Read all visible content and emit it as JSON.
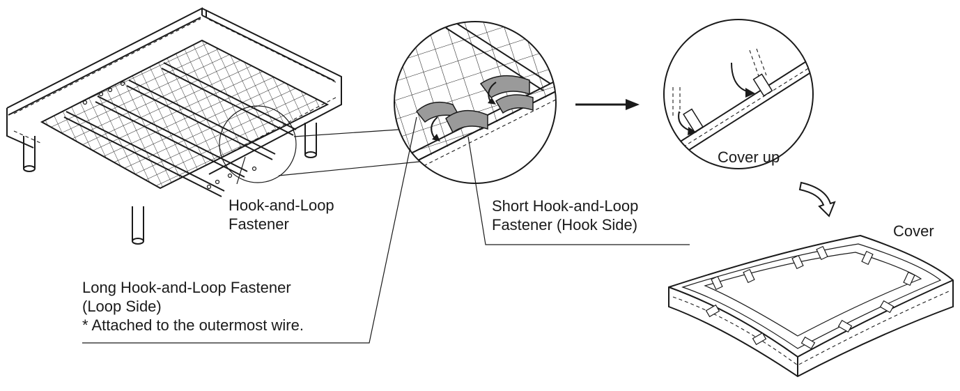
{
  "labels": {
    "hook_loop_line1": "Hook-and-Loop",
    "hook_loop_line2": "Fastener",
    "long_line1": "Long Hook-and-Loop Fastener",
    "long_line2": "(Loop Side)",
    "long_line3": "* Attached to the outermost wire.",
    "short_line1": "Short Hook-and-Loop",
    "short_line2": "Fastener (Hook Side)",
    "cover_up": "Cover up",
    "cover": "Cover"
  },
  "colors": {
    "ink": "#1a1a1a",
    "fastener_fill": "#9a9a9a",
    "background": "#ffffff"
  }
}
